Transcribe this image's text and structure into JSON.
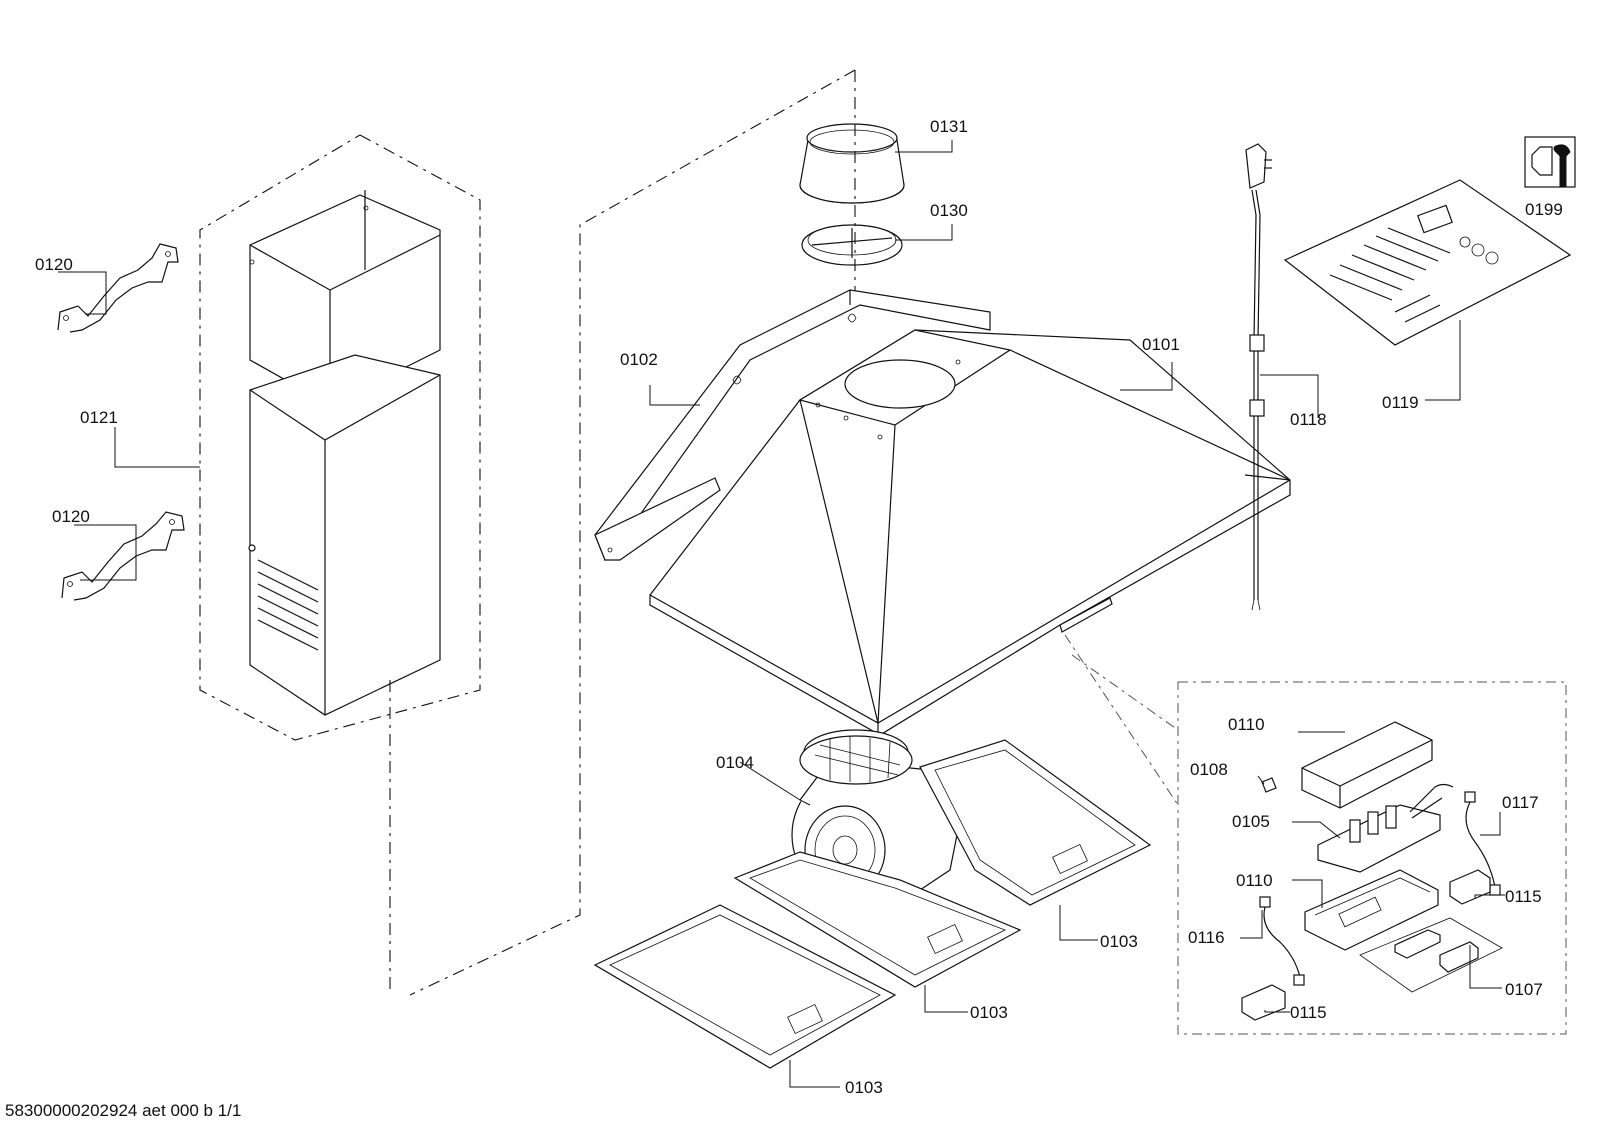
{
  "footer": {
    "document_id": "58300000202924 aet 000 b 1/1"
  },
  "labels": {
    "p0131": "0131",
    "p0130": "0130",
    "p0120a": "0120",
    "p0120b": "0120",
    "p0121": "0121",
    "p0102": "0102",
    "p0101": "0101",
    "p0118": "0118",
    "p0119": "0119",
    "p0199": "0199",
    "p0110a": "0110",
    "p0108": "0108",
    "p0105": "0105",
    "p0117": "0117",
    "p0110b": "0110",
    "p0115a": "0115",
    "p0116": "0116",
    "p0115b": "0115",
    "p0107": "0107",
    "p0104": "0104",
    "p0103a": "0103",
    "p0103b": "0103",
    "p0103c": "0103"
  },
  "icons": {
    "service_symbol": "wrench-nut-icon"
  }
}
